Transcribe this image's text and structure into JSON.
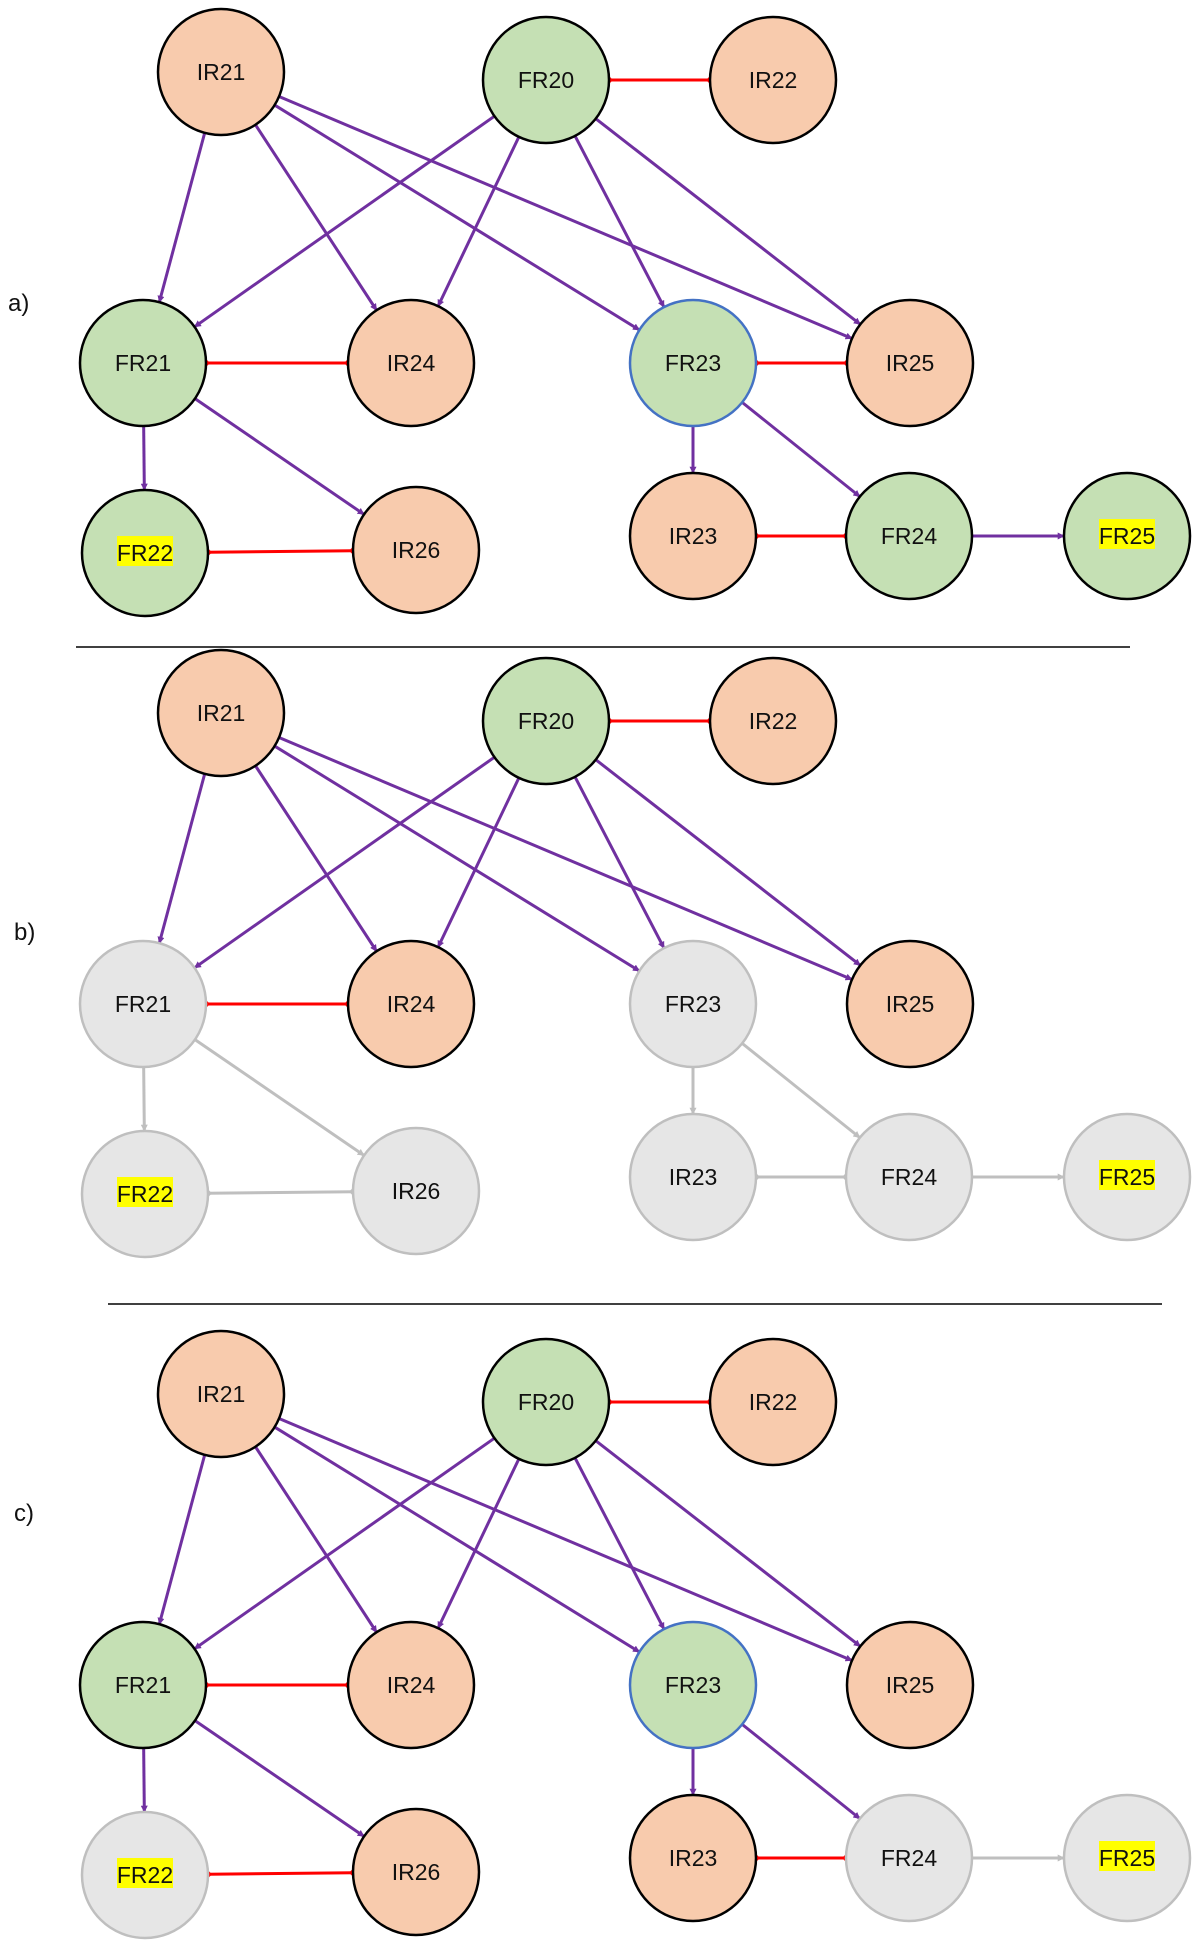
{
  "colors": {
    "green_fill": "#c5e0b4",
    "orange_fill": "#f8cbad",
    "gray_fill": "#e6e6e6",
    "black_stroke": "#000000",
    "blue_stroke": "#4472c4",
    "gray_stroke": "#bfbfbf",
    "purple_arrow": "#7030a0",
    "red_link": "#ff0000",
    "gray_link": "#bfbfbf",
    "highlight": "#ffff00",
    "divider": "#000000"
  },
  "panels": [
    {
      "id": "a",
      "label": "a)",
      "nodes": [
        {
          "id": "IR21",
          "label": "IR21",
          "style": "orange"
        },
        {
          "id": "FR20",
          "label": "FR20",
          "style": "green"
        },
        {
          "id": "IR22",
          "label": "IR22",
          "style": "orange"
        },
        {
          "id": "FR21",
          "label": "FR21",
          "style": "green"
        },
        {
          "id": "IR24",
          "label": "IR24",
          "style": "orange"
        },
        {
          "id": "FR23",
          "label": "FR23",
          "style": "green-blue"
        },
        {
          "id": "IR25",
          "label": "IR25",
          "style": "orange"
        },
        {
          "id": "FR22",
          "label": "FR22",
          "style": "green",
          "highlight": true
        },
        {
          "id": "IR26",
          "label": "IR26",
          "style": "orange"
        },
        {
          "id": "IR23",
          "label": "IR23",
          "style": "orange"
        },
        {
          "id": "FR24",
          "label": "FR24",
          "style": "green"
        },
        {
          "id": "FR25",
          "label": "FR25",
          "style": "green",
          "highlight": true
        }
      ],
      "edges": [
        {
          "from": "FR20",
          "to": "IR22",
          "kind": "red"
        },
        {
          "from": "IR21",
          "to": "FR21",
          "kind": "purple"
        },
        {
          "from": "IR21",
          "to": "IR24",
          "kind": "purple"
        },
        {
          "from": "IR21",
          "to": "FR23",
          "kind": "purple"
        },
        {
          "from": "IR21",
          "to": "IR25",
          "kind": "purple"
        },
        {
          "from": "FR20",
          "to": "FR21",
          "kind": "purple"
        },
        {
          "from": "FR20",
          "to": "IR24",
          "kind": "purple"
        },
        {
          "from": "FR20",
          "to": "FR23",
          "kind": "purple"
        },
        {
          "from": "FR20",
          "to": "IR25",
          "kind": "purple"
        },
        {
          "from": "FR21",
          "to": "IR24",
          "kind": "red"
        },
        {
          "from": "FR23",
          "to": "IR25",
          "kind": "red"
        },
        {
          "from": "FR21",
          "to": "FR22",
          "kind": "purple"
        },
        {
          "from": "FR21",
          "to": "IR26",
          "kind": "purple"
        },
        {
          "from": "FR22",
          "to": "IR26",
          "kind": "red"
        },
        {
          "from": "FR23",
          "to": "IR23",
          "kind": "purple"
        },
        {
          "from": "FR23",
          "to": "FR24",
          "kind": "purple"
        },
        {
          "from": "IR23",
          "to": "FR24",
          "kind": "red"
        },
        {
          "from": "FR24",
          "to": "FR25",
          "kind": "purple"
        }
      ]
    },
    {
      "id": "b",
      "label": "b)",
      "nodes": [
        {
          "id": "IR21",
          "label": "IR21",
          "style": "orange"
        },
        {
          "id": "FR20",
          "label": "FR20",
          "style": "green"
        },
        {
          "id": "IR22",
          "label": "IR22",
          "style": "orange"
        },
        {
          "id": "FR21",
          "label": "FR21",
          "style": "gray"
        },
        {
          "id": "IR24",
          "label": "IR24",
          "style": "orange"
        },
        {
          "id": "FR23",
          "label": "FR23",
          "style": "gray"
        },
        {
          "id": "IR25",
          "label": "IR25",
          "style": "orange"
        },
        {
          "id": "FR22",
          "label": "FR22",
          "style": "gray",
          "highlight": true
        },
        {
          "id": "IR26",
          "label": "IR26",
          "style": "gray"
        },
        {
          "id": "IR23",
          "label": "IR23",
          "style": "gray"
        },
        {
          "id": "FR24",
          "label": "FR24",
          "style": "gray"
        },
        {
          "id": "FR25",
          "label": "FR25",
          "style": "gray",
          "highlight": true
        }
      ],
      "edges": [
        {
          "from": "FR20",
          "to": "IR22",
          "kind": "red"
        },
        {
          "from": "IR21",
          "to": "FR21",
          "kind": "purple"
        },
        {
          "from": "IR21",
          "to": "IR24",
          "kind": "purple"
        },
        {
          "from": "IR21",
          "to": "FR23",
          "kind": "purple"
        },
        {
          "from": "IR21",
          "to": "IR25",
          "kind": "purple"
        },
        {
          "from": "FR20",
          "to": "FR21",
          "kind": "purple"
        },
        {
          "from": "FR20",
          "to": "IR24",
          "kind": "purple"
        },
        {
          "from": "FR20",
          "to": "FR23",
          "kind": "purple"
        },
        {
          "from": "FR20",
          "to": "IR25",
          "kind": "purple"
        },
        {
          "from": "FR21",
          "to": "IR24",
          "kind": "red"
        },
        {
          "from": "FR21",
          "to": "FR22",
          "kind": "gray"
        },
        {
          "from": "FR21",
          "to": "IR26",
          "kind": "gray"
        },
        {
          "from": "FR22",
          "to": "IR26",
          "kind": "gray-link"
        },
        {
          "from": "FR23",
          "to": "IR23",
          "kind": "gray"
        },
        {
          "from": "FR23",
          "to": "FR24",
          "kind": "gray"
        },
        {
          "from": "IR23",
          "to": "FR24",
          "kind": "gray-link"
        },
        {
          "from": "FR24",
          "to": "FR25",
          "kind": "gray"
        }
      ]
    },
    {
      "id": "c",
      "label": "c)",
      "nodes": [
        {
          "id": "IR21",
          "label": "IR21",
          "style": "orange"
        },
        {
          "id": "FR20",
          "label": "FR20",
          "style": "green"
        },
        {
          "id": "IR22",
          "label": "IR22",
          "style": "orange"
        },
        {
          "id": "FR21",
          "label": "FR21",
          "style": "green"
        },
        {
          "id": "IR24",
          "label": "IR24",
          "style": "orange"
        },
        {
          "id": "FR23",
          "label": "FR23",
          "style": "green-blue"
        },
        {
          "id": "IR25",
          "label": "IR25",
          "style": "orange"
        },
        {
          "id": "FR22",
          "label": "FR22",
          "style": "gray",
          "highlight": true
        },
        {
          "id": "IR26",
          "label": "IR26",
          "style": "orange"
        },
        {
          "id": "IR23",
          "label": "IR23",
          "style": "orange"
        },
        {
          "id": "FR24",
          "label": "FR24",
          "style": "gray"
        },
        {
          "id": "FR25",
          "label": "FR25",
          "style": "gray",
          "highlight": true
        }
      ],
      "edges": [
        {
          "from": "FR20",
          "to": "IR22",
          "kind": "red"
        },
        {
          "from": "IR21",
          "to": "FR21",
          "kind": "purple"
        },
        {
          "from": "IR21",
          "to": "IR24",
          "kind": "purple"
        },
        {
          "from": "IR21",
          "to": "FR23",
          "kind": "purple"
        },
        {
          "from": "IR21",
          "to": "IR25",
          "kind": "purple"
        },
        {
          "from": "FR20",
          "to": "FR21",
          "kind": "purple"
        },
        {
          "from": "FR20",
          "to": "IR24",
          "kind": "purple"
        },
        {
          "from": "FR20",
          "to": "FR23",
          "kind": "purple"
        },
        {
          "from": "FR20",
          "to": "IR25",
          "kind": "purple"
        },
        {
          "from": "FR21",
          "to": "IR24",
          "kind": "red"
        },
        {
          "from": "FR21",
          "to": "FR22",
          "kind": "purple"
        },
        {
          "from": "FR21",
          "to": "IR26",
          "kind": "purple"
        },
        {
          "from": "FR22",
          "to": "IR26",
          "kind": "red"
        },
        {
          "from": "FR23",
          "to": "IR23",
          "kind": "purple"
        },
        {
          "from": "FR23",
          "to": "FR24",
          "kind": "purple"
        },
        {
          "from": "IR23",
          "to": "FR24",
          "kind": "red"
        },
        {
          "from": "FR24",
          "to": "FR25",
          "kind": "gray"
        }
      ]
    }
  ]
}
